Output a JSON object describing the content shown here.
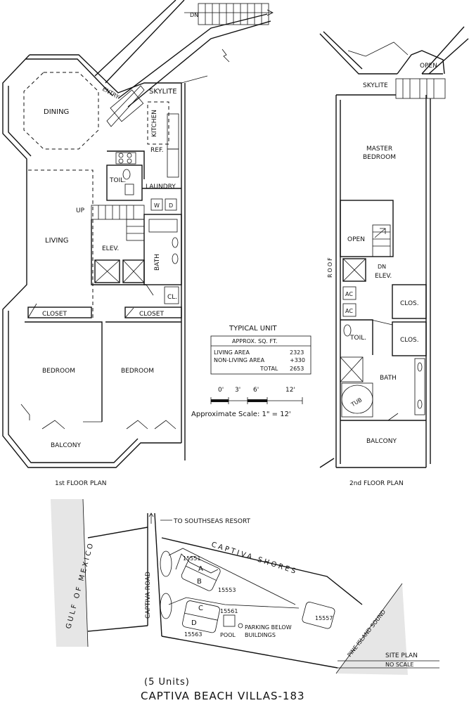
{
  "floor1": {
    "labels": {
      "dn": "DN",
      "entry": "ENTRY",
      "skylite": "SKYLITE",
      "dining": "DINING",
      "kitchen": "KITCHEN",
      "ref": "REF.",
      "toil": "TOIL.",
      "laundry": "LAUNDRY",
      "w": "W",
      "d": "D",
      "up": "UP",
      "living": "LIVING",
      "elev": "ELEV.",
      "bath": "BATH",
      "cl": "CL.",
      "closet_left": "CLOSET",
      "closet_right": "CLOSET",
      "bedroom_left": "BEDROOM",
      "bedroom_right": "BEDROOM",
      "balcony": "BALCONY"
    },
    "caption": "1st FLOOR PLAN"
  },
  "floor2": {
    "labels": {
      "open_top": "OPEN",
      "skylite": "SKYLITE",
      "master_bedroom_1": "MASTER",
      "master_bedroom_2": "BEDROOM",
      "open": "OPEN",
      "dn": "DN",
      "elev": "ELEV.",
      "roof": "ROOF",
      "ac1": "AC",
      "ac2": "AC",
      "clos1": "CLOS.",
      "clos2": "CLOS.",
      "toil": "TOIL.",
      "bath": "BATH",
      "tub": "TUB",
      "balcony": "BALCONY"
    },
    "caption": "2nd FLOOR PLAN"
  },
  "typical_unit": {
    "title": "TYPICAL UNIT",
    "table_header": "APPROX. SQ. FT.",
    "rows": [
      {
        "label": "LIVING AREA",
        "value": "2323"
      },
      {
        "label": "NON-LIVING AREA",
        "value": "+330"
      },
      {
        "label": "TOTAL",
        "value": "2653"
      }
    ]
  },
  "scale": {
    "ticks": [
      "0'",
      "3'",
      "6'",
      "12'"
    ],
    "text": "Approximate Scale: 1\" = 12'"
  },
  "site_plan": {
    "road_note": "TO SOUTHSEAS RESORT",
    "gulf": "GULF OF MEXICO",
    "captiva_road": "CAPTIVA ROAD",
    "captiva_shores": "CAPTIVA SHORES",
    "pine_island_sound": "PINE ISLAND SOUND",
    "buildings": [
      {
        "letter": "A",
        "number": "15551"
      },
      {
        "letter": "B",
        "number": "15553"
      },
      {
        "letter": "C",
        "number": "15561"
      },
      {
        "letter": "D",
        "number": "15563"
      },
      {
        "letter": "",
        "number": "15557"
      }
    ],
    "pool": "POOL",
    "parking_1": "PARKING BELOW",
    "parking_2": "BUILDINGS",
    "caption": "SITE PLAN",
    "caption_sub": "NO SCALE"
  },
  "footer": {
    "units": "(5 Units)",
    "title": "CAPTIVA BEACH VILLAS-183"
  }
}
